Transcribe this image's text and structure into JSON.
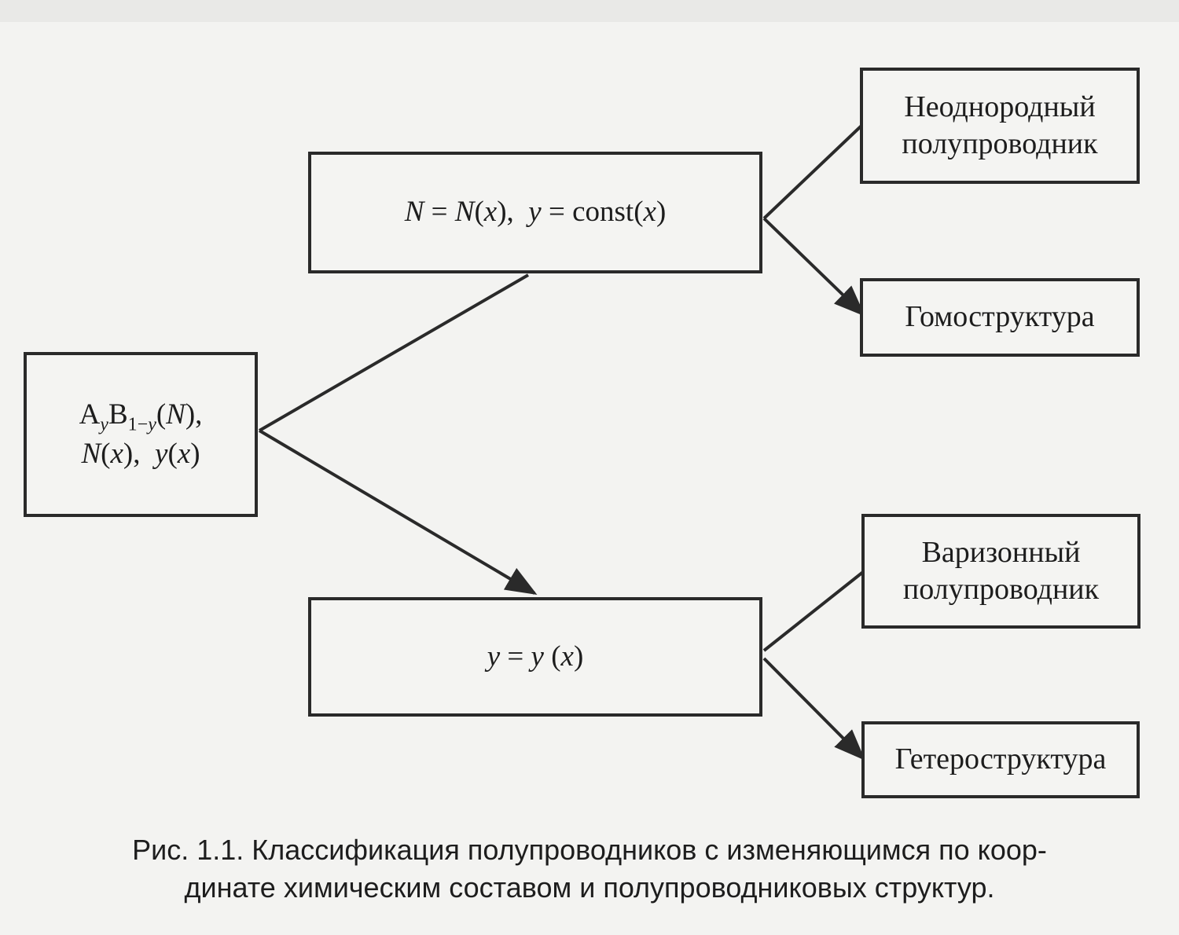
{
  "diagram": {
    "nodes": {
      "root": {
        "lines": [
          "AyB1−y(N),",
          "N(x),  y(x)"
        ]
      },
      "upper": {
        "text": "N = N(x),  y = const(x)"
      },
      "lower": {
        "text": "y = y (x)"
      },
      "inhomogeneous": {
        "lines": [
          "Неоднородный",
          "полупроводник"
        ]
      },
      "homostructure": {
        "text": "Гомоструктура"
      },
      "graded_gap": {
        "lines": [
          "Варизонный",
          "полупроводник"
        ]
      },
      "heterostructure": {
        "text": "Гетероструктура"
      }
    },
    "edges": [
      {
        "from": "root",
        "to": "upper",
        "arrow": false
      },
      {
        "from": "root",
        "to": "lower",
        "arrow": true
      },
      {
        "from": "upper",
        "to": "inhomogeneous",
        "arrow": false
      },
      {
        "from": "upper",
        "to": "homostructure",
        "arrow": true
      },
      {
        "from": "lower",
        "to": "graded_gap",
        "arrow": false
      },
      {
        "from": "lower",
        "to": "heterostructure",
        "arrow": true
      }
    ]
  },
  "caption": {
    "line1": "Рис. 1.1. Классификация полупроводников с изменяющимся по коор-",
    "line2": "динате химическим составом и полупроводниковых структур."
  }
}
